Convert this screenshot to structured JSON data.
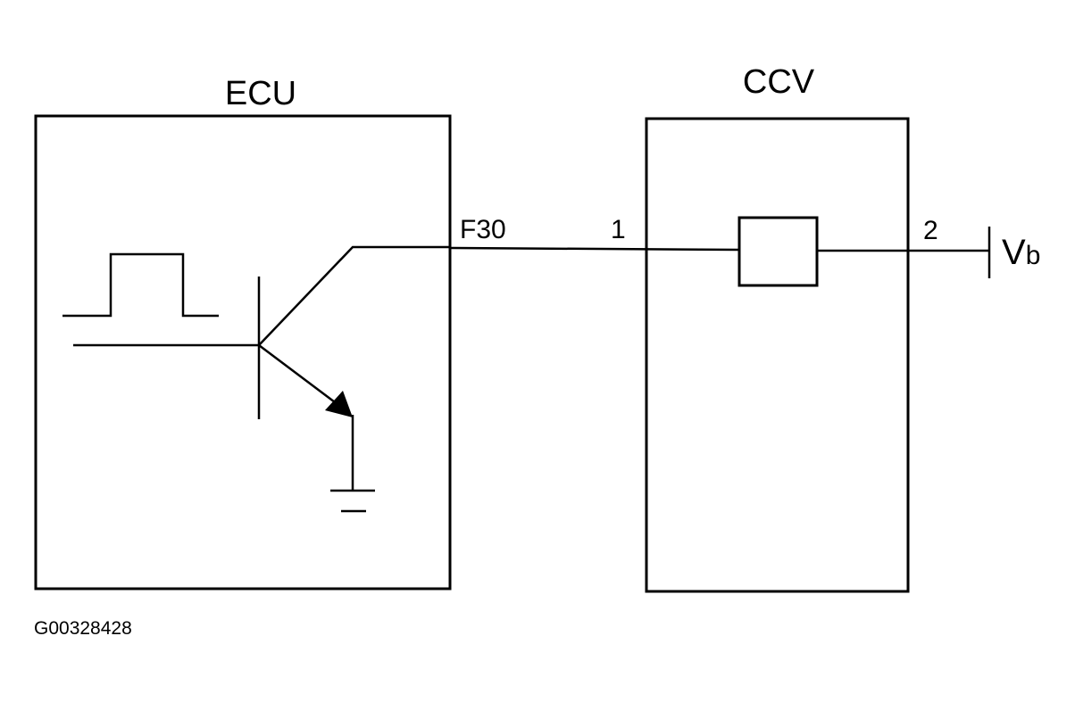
{
  "ecu": {
    "title": "ECU",
    "pin_label": "F30"
  },
  "ccv": {
    "title": "CCV",
    "pin1_label": "1",
    "pin2_label": "2"
  },
  "supply": {
    "label_main": "V",
    "label_sub": "b"
  },
  "figure_id": "G00328428",
  "icons": {
    "pulse": "pulse-waveform-icon",
    "transistor": "npn-transistor-icon",
    "ground": "ground-icon",
    "coil": "solenoid-coil-icon",
    "supply_terminal": "voltage-terminal-icon"
  },
  "colors": {
    "line": "#000000",
    "background": "#ffffff"
  }
}
